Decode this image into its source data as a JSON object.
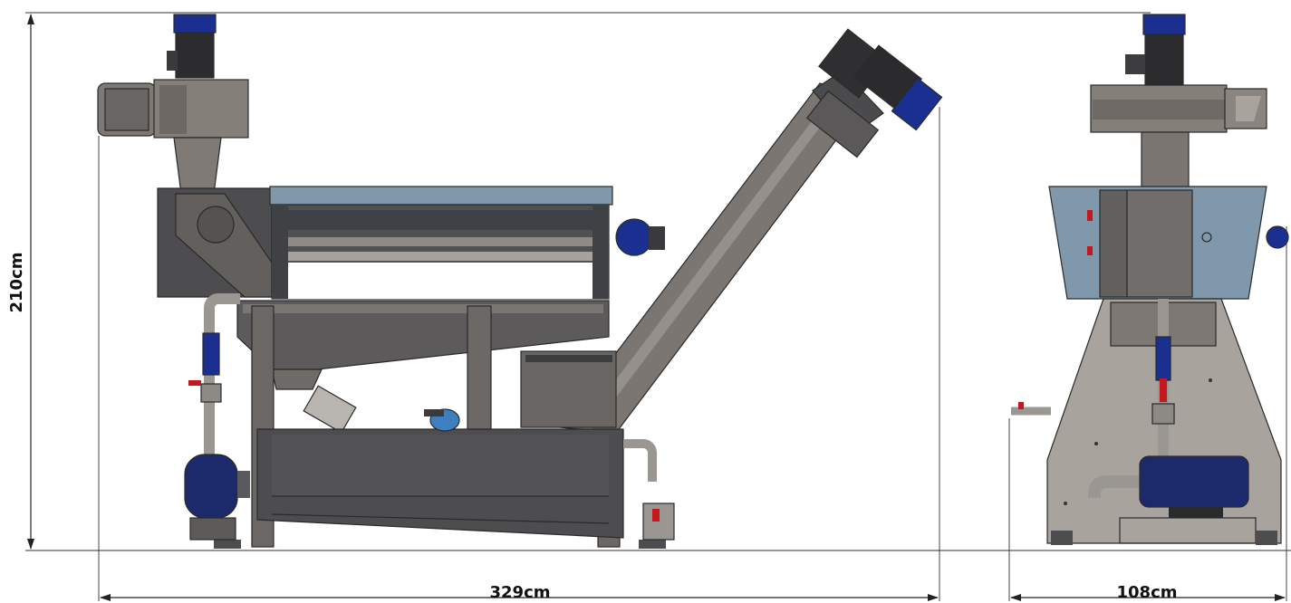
{
  "dimensions": {
    "height_label": "210cm",
    "width_label": "329cm",
    "depth_label": "108cm"
  },
  "views": {
    "side": "side-elevation-view",
    "front": "front-elevation-view"
  },
  "colors": {
    "steel_dark": "#4a4a4c",
    "steel_mid": "#6f6b68",
    "steel_light": "#8c8782",
    "hood_blue": "#7f98ab",
    "motor_blue": "#1a2f8f",
    "pump_blue": "#1c2a6b",
    "valve_red": "#c4181e",
    "pipe_grey": "#9a9792"
  }
}
